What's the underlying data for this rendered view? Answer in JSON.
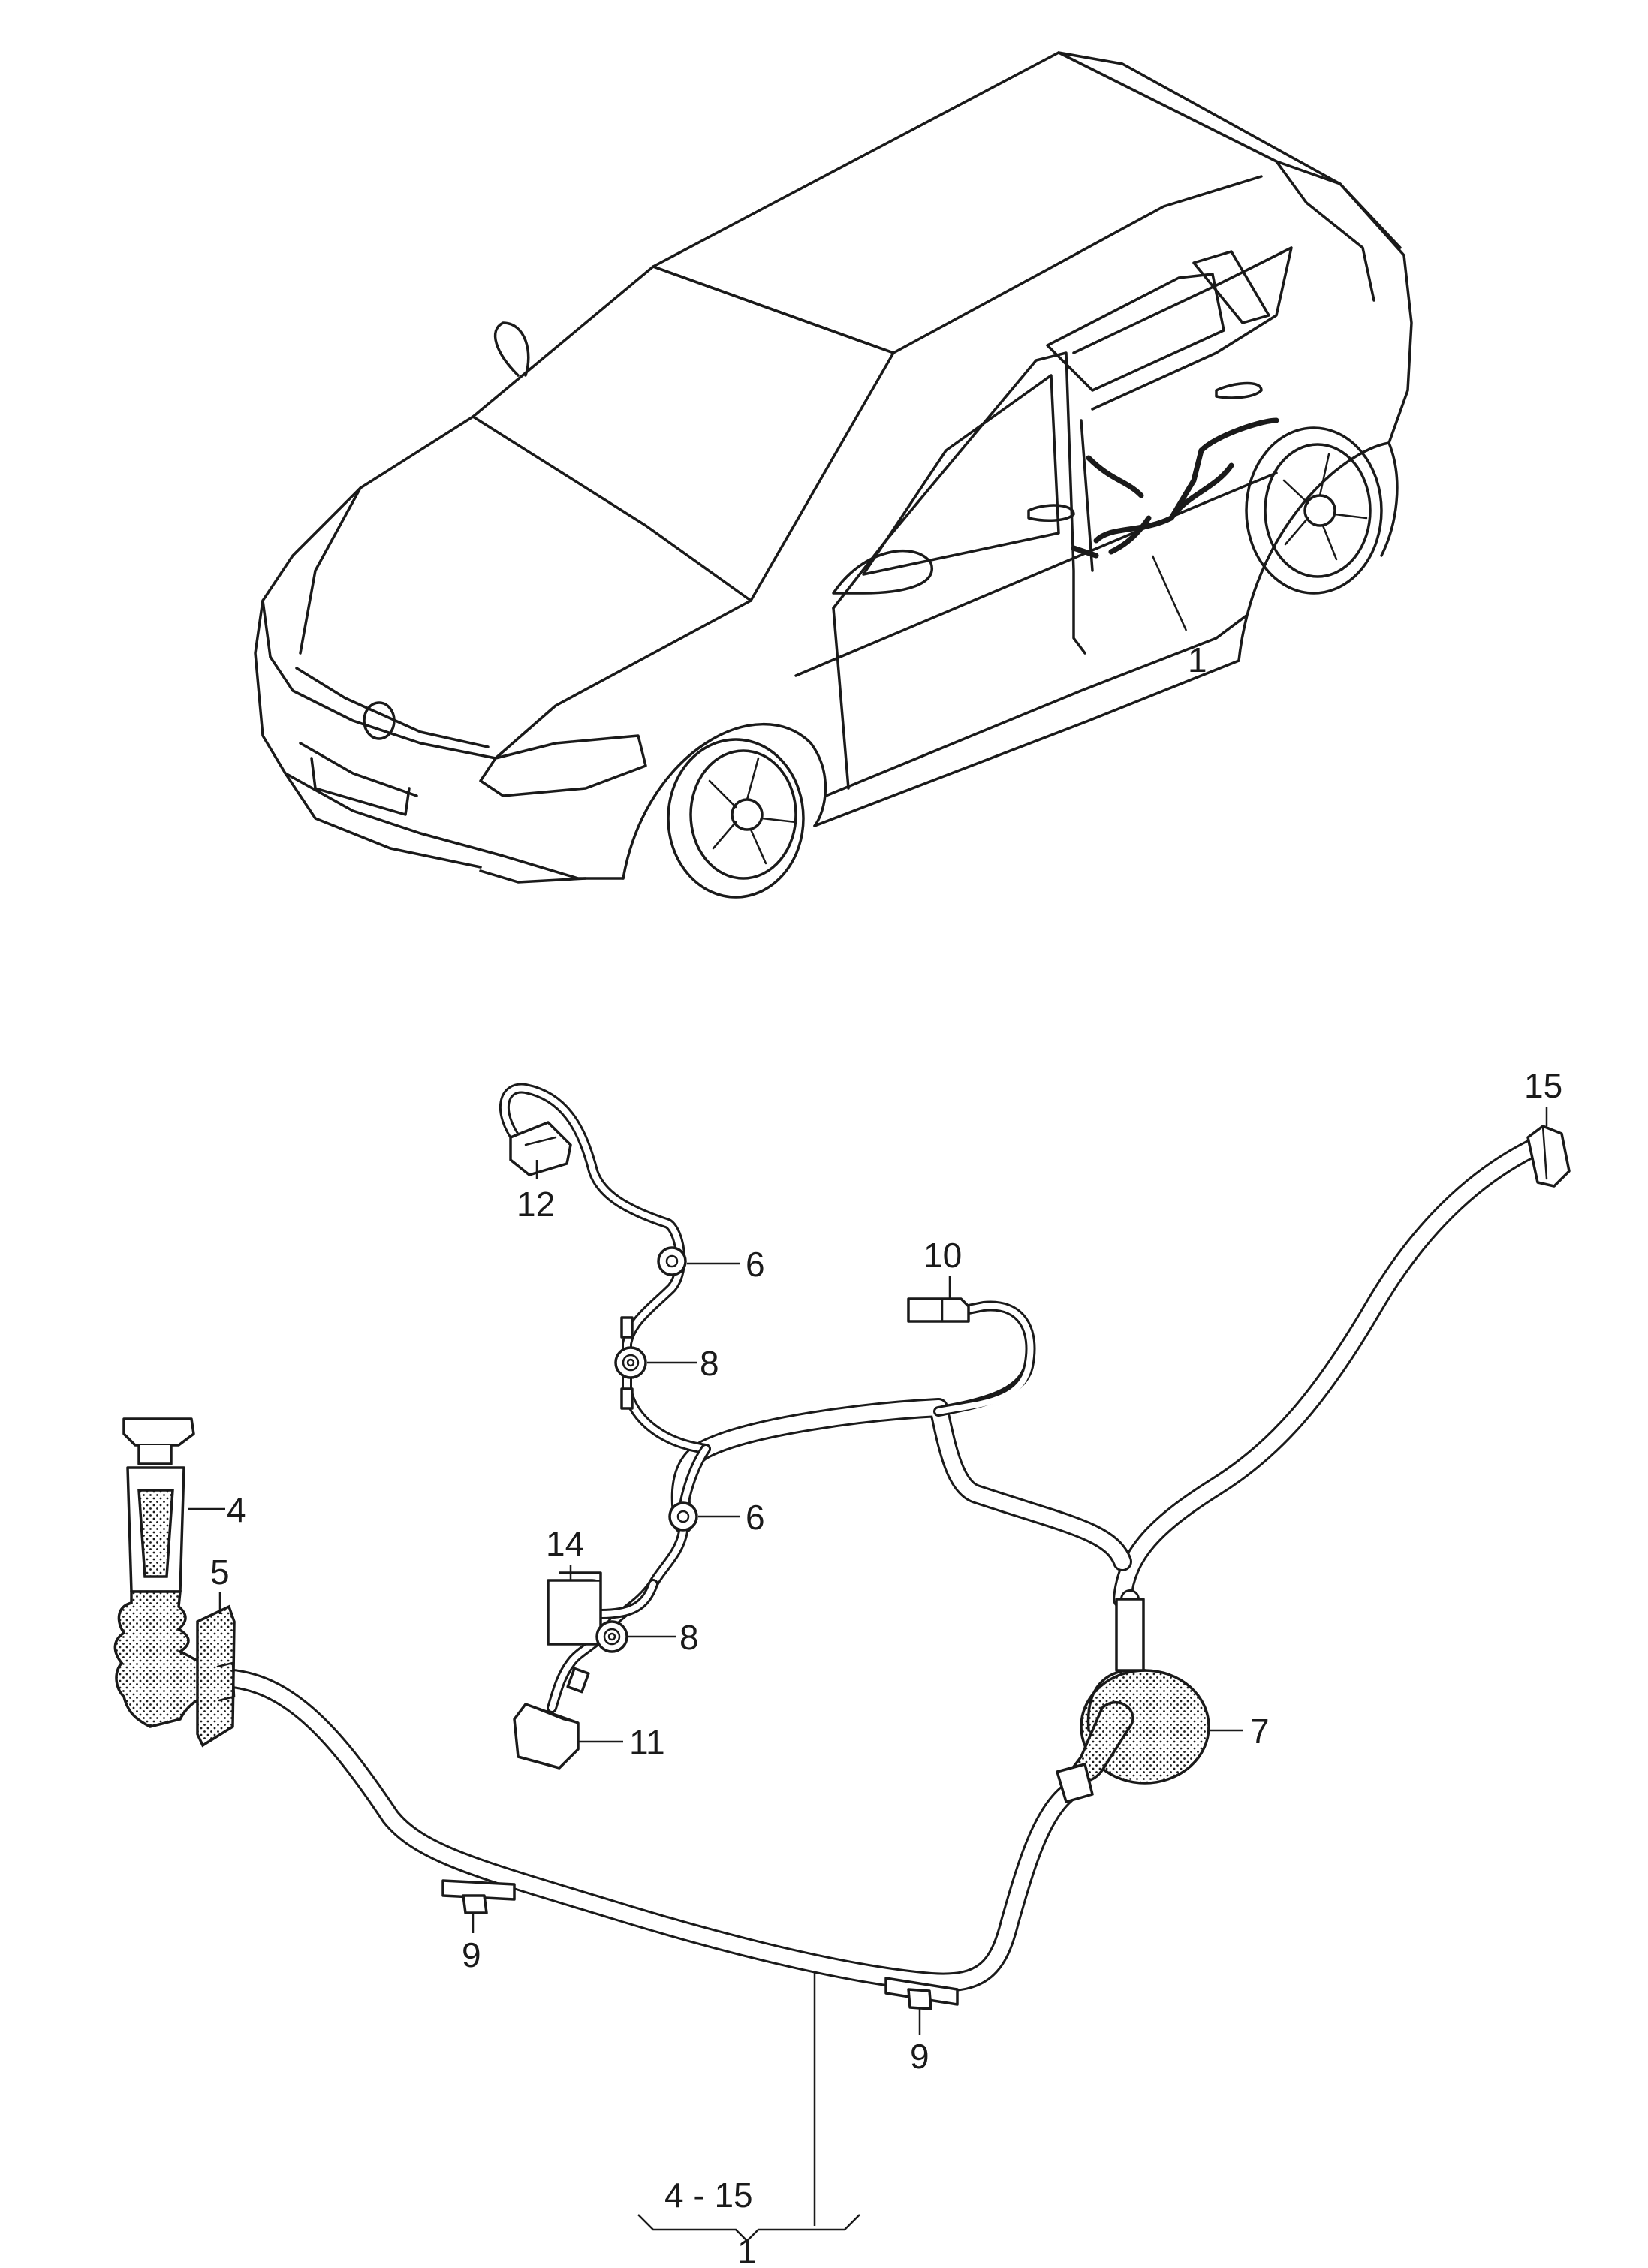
{
  "diagram": {
    "callouts": {
      "c1_car": "1",
      "c4": "4",
      "c5": "5",
      "c6a": "6",
      "c6b": "6",
      "c7": "7",
      "c8a": "8",
      "c8b": "8",
      "c9a": "9",
      "c9b": "9",
      "c10": "10",
      "c11": "11",
      "c12": "12",
      "c14": "14",
      "c15": "15",
      "range": "4 - 15",
      "c1_bottom": "1"
    }
  }
}
